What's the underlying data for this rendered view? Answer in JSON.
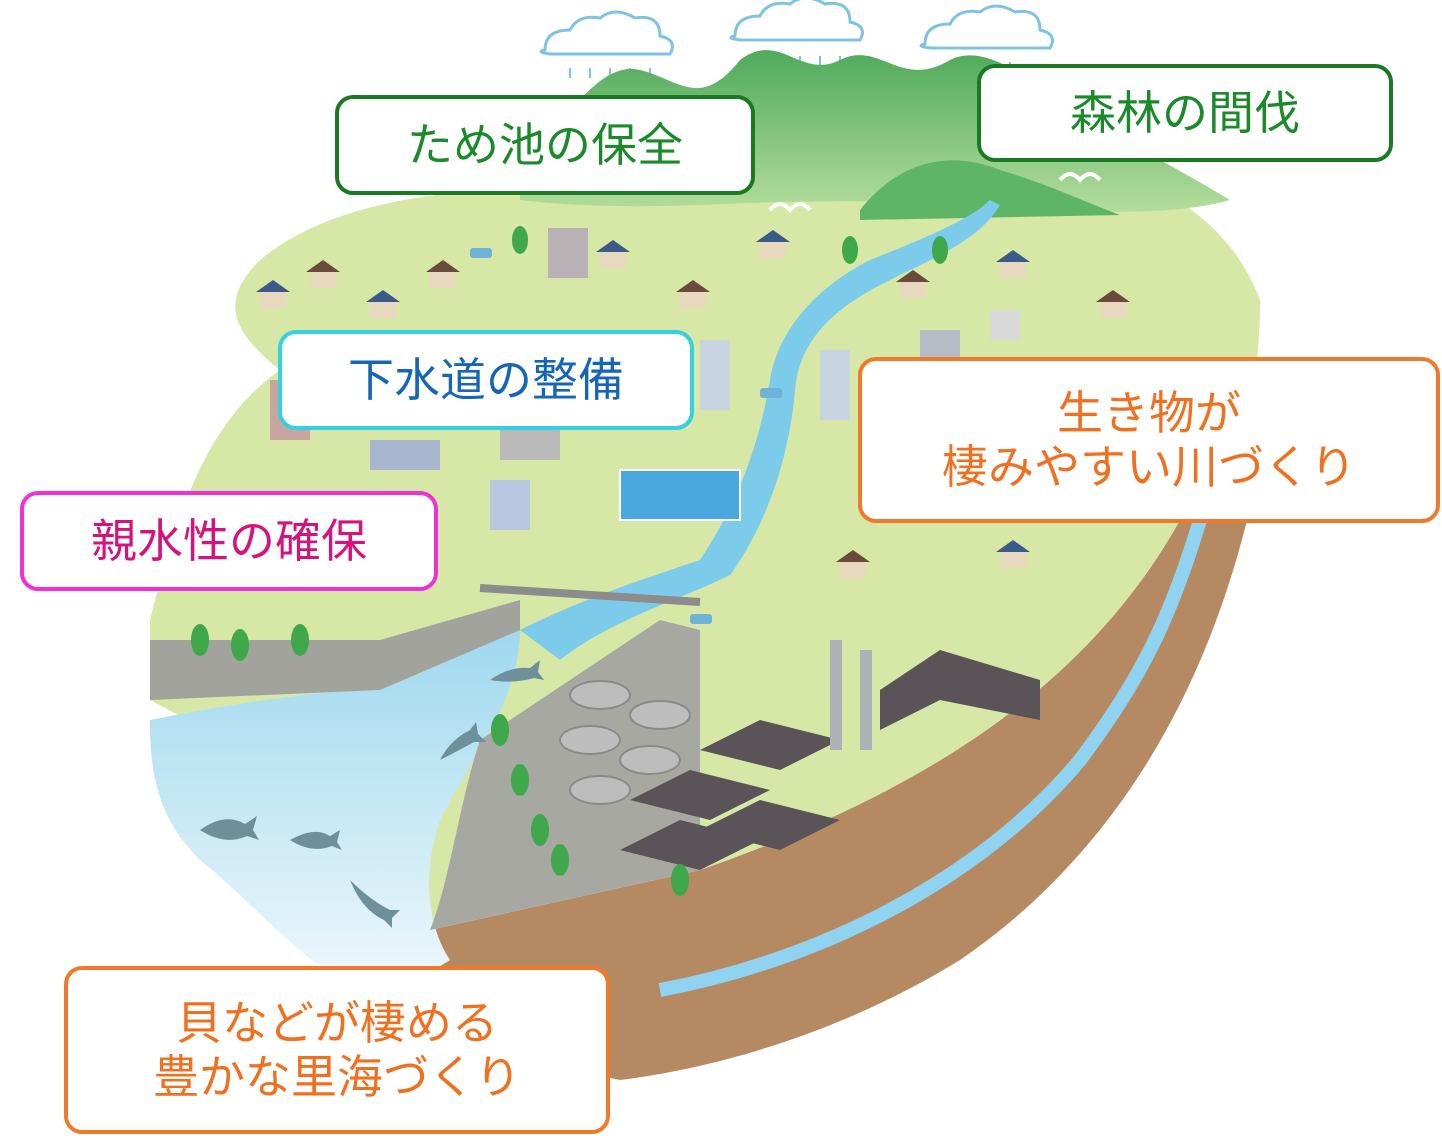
{
  "labels": {
    "pond_conservation": {
      "text": "ため池の保全",
      "color": "#1a8a2a"
    },
    "forest_thinning": {
      "text": "森林の間伐",
      "color": "#1a8a2a"
    },
    "sewer_maintenance": {
      "text": "下水道の整備",
      "color": "#1565b8",
      "border": "#35d0e6"
    },
    "river_for_life": {
      "line1": "生き物が",
      "line2": "棲みやすい川づくり",
      "color": "#f07020"
    },
    "water_access": {
      "text": "親水性の確保",
      "color": "#d6127d",
      "border": "#ef2fd9"
    },
    "rich_satoumi": {
      "line1": "貝などが棲める",
      "line2": "豊かな里海づくり",
      "color": "#f07020"
    }
  },
  "illustration": {
    "icons": [
      "cloud-icon",
      "rain-icon",
      "mountain-icon",
      "house-icon",
      "building-icon",
      "tree-icon",
      "river-icon",
      "bridge-icon",
      "fish-icon",
      "factory-icon",
      "treatment-tank-icon",
      "bird-icon",
      "car-icon"
    ],
    "colors": {
      "sky": "#ffffff",
      "mountain": "#7cc47a",
      "ground": "#d8e8a8",
      "river": "#6ec6e8",
      "soil": "#b58a63",
      "concrete": "#9a9a98",
      "roof": "#5a5358"
    }
  }
}
